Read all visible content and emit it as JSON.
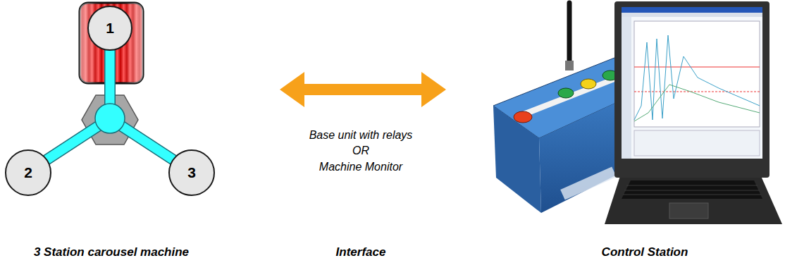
{
  "diagram": {
    "nodes": [
      {
        "text": [
          "1"
        ]
      },
      {
        "text": [
          "2"
        ]
      },
      {
        "text": [
          "3"
        ]
      }
    ],
    "labels": [
      "Base unit with relays",
      "OR",
      "Machine Monitor",
      "3 Station carousel machine",
      "Interface",
      "Control Station"
    ]
  }
}
